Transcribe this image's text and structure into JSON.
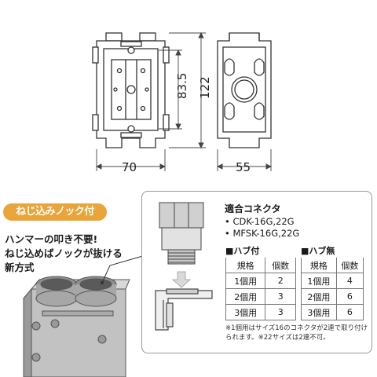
{
  "dimensions": {
    "width_front": "70",
    "height_total": "122",
    "height_inner": "83.5",
    "width_side": "55"
  },
  "badge_label": "ねじ込みノック付",
  "description": [
    "ハンマーの叩き不要!",
    "ねじ込めばノックが抜ける",
    "新方式"
  ],
  "connector_panel": {
    "title": "適合コネクタ",
    "items": [
      "• CDK-16G,22G",
      "• MFSK-16G,22G"
    ],
    "hub_table": {
      "title": "■ハブ付",
      "headers": [
        "規格",
        "個数"
      ],
      "rows": [
        [
          "1個用",
          "2"
        ],
        [
          "2個用",
          "3"
        ],
        [
          "3個用",
          "3"
        ]
      ]
    },
    "nohub_table": {
      "title": "■ハブ無",
      "headers": [
        "規格",
        "個数"
      ],
      "rows": [
        [
          "1個用",
          "4"
        ],
        [
          "2個用",
          "6"
        ],
        [
          "3個用",
          "6"
        ]
      ]
    },
    "note": "※1個用はサイズ16のコネクタが2連で取り付けられます。※22サイズは2連不可。"
  },
  "colors": {
    "badge": "#e9a43a",
    "line": "#333333",
    "box_gray": "#b8b8b8",
    "panel_border": "#999999",
    "arrow": "#d9d9d9"
  }
}
